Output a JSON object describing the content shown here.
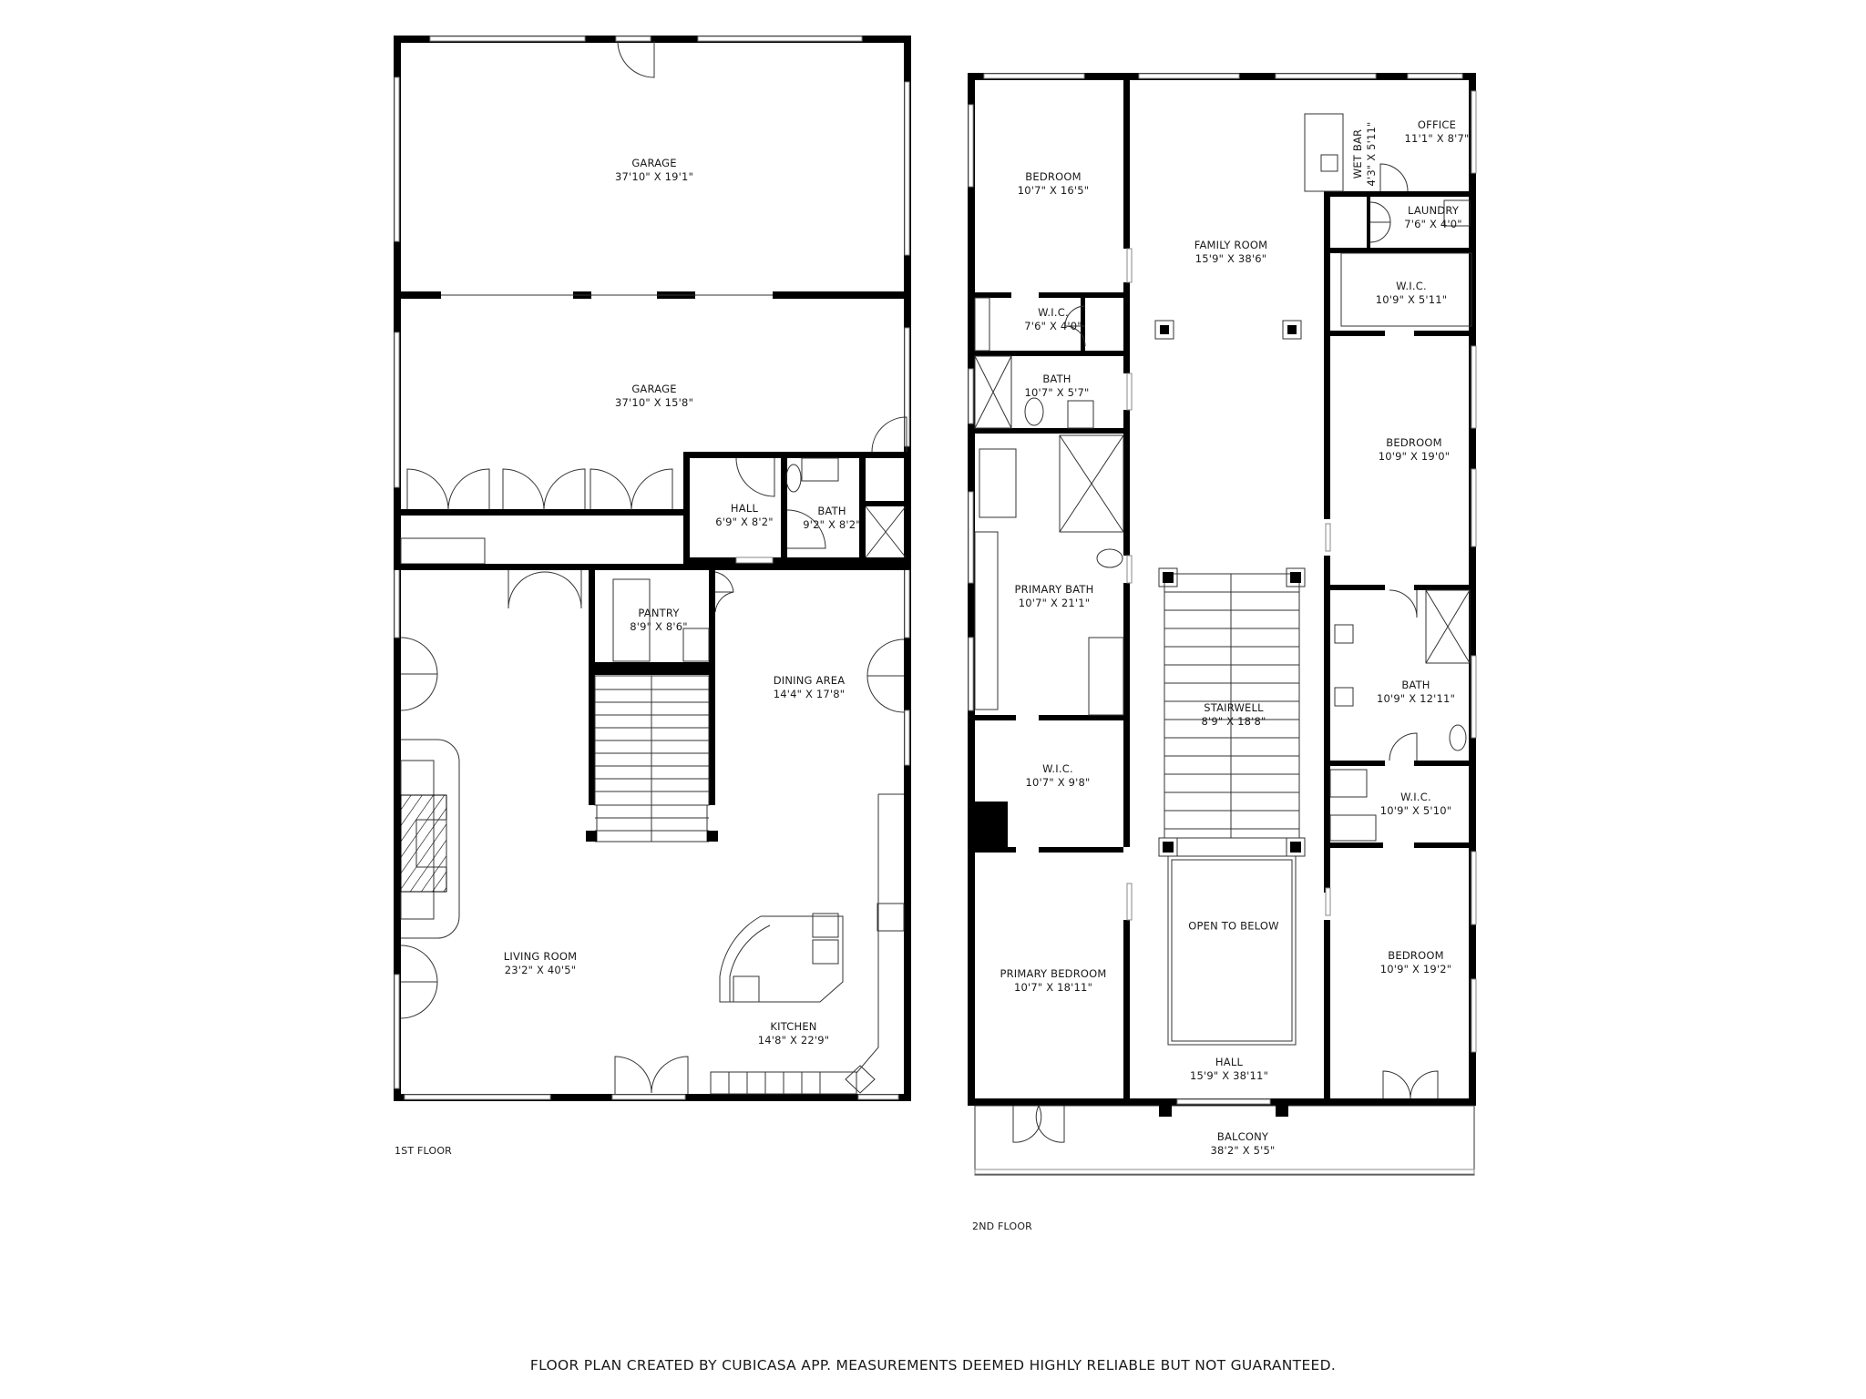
{
  "floors": [
    {
      "name": "1ST FLOOR",
      "rooms": [
        {
          "name": "GARAGE",
          "dims": "37'10\" X 19'1\""
        },
        {
          "name": "GARAGE",
          "dims": "37'10\" X 15'8\""
        },
        {
          "name": "HALL",
          "dims": "6'9\" X 8'2\""
        },
        {
          "name": "BATH",
          "dims": "9'2\" X 8'2\""
        },
        {
          "name": "PANTRY",
          "dims": "8'9\" X 8'6\""
        },
        {
          "name": "DINING AREA",
          "dims": "14'4\" X 17'8\""
        },
        {
          "name": "LIVING ROOM",
          "dims": "23'2\" X 40'5\""
        },
        {
          "name": "KITCHEN",
          "dims": "14'8\" X 22'9\""
        }
      ]
    },
    {
      "name": "2ND FLOOR",
      "rooms": [
        {
          "name": "BEDROOM",
          "dims": "10'7\" X 16'5\""
        },
        {
          "name": "FAMILY ROOM",
          "dims": "15'9\" X 38'6\""
        },
        {
          "name": "OFFICE",
          "dims": "11'1\" X 8'7\""
        },
        {
          "name": "WET BAR",
          "dims": "4'3\" X 5'11\""
        },
        {
          "name": "LAUNDRY",
          "dims": "7'6\" X 4'0\""
        },
        {
          "name": "W.I.C.",
          "dims": "10'9\" X 5'11\""
        },
        {
          "name": "W.I.C.",
          "dims": "7'6\" X 4'0\""
        },
        {
          "name": "BATH",
          "dims": "10'7\" X 5'7\""
        },
        {
          "name": "BEDROOM",
          "dims": "10'9\" X 19'0\""
        },
        {
          "name": "PRIMARY BATH",
          "dims": "10'7\" X 21'1\""
        },
        {
          "name": "STAIRWELL",
          "dims": "8'9\" X 18'8\""
        },
        {
          "name": "BATH",
          "dims": "10'9\" X 12'11\""
        },
        {
          "name": "W.I.C.",
          "dims": "10'7\" X 9'8\""
        },
        {
          "name": "W.I.C.",
          "dims": "10'9\" X 5'10\""
        },
        {
          "name": "OPEN TO BELOW",
          "dims": ""
        },
        {
          "name": "PRIMARY BEDROOM",
          "dims": "10'7\" X 18'11\""
        },
        {
          "name": "BEDROOM",
          "dims": "10'9\" X 19'2\""
        },
        {
          "name": "HALL",
          "dims": "15'9\" X 38'11\""
        },
        {
          "name": "BALCONY",
          "dims": "38'2\" X 5'5\""
        }
      ]
    }
  ],
  "footer": "FLOOR PLAN CREATED BY CUBICASA APP. MEASUREMENTS DEEMED HIGHLY RELIABLE BUT NOT GUARANTEED."
}
